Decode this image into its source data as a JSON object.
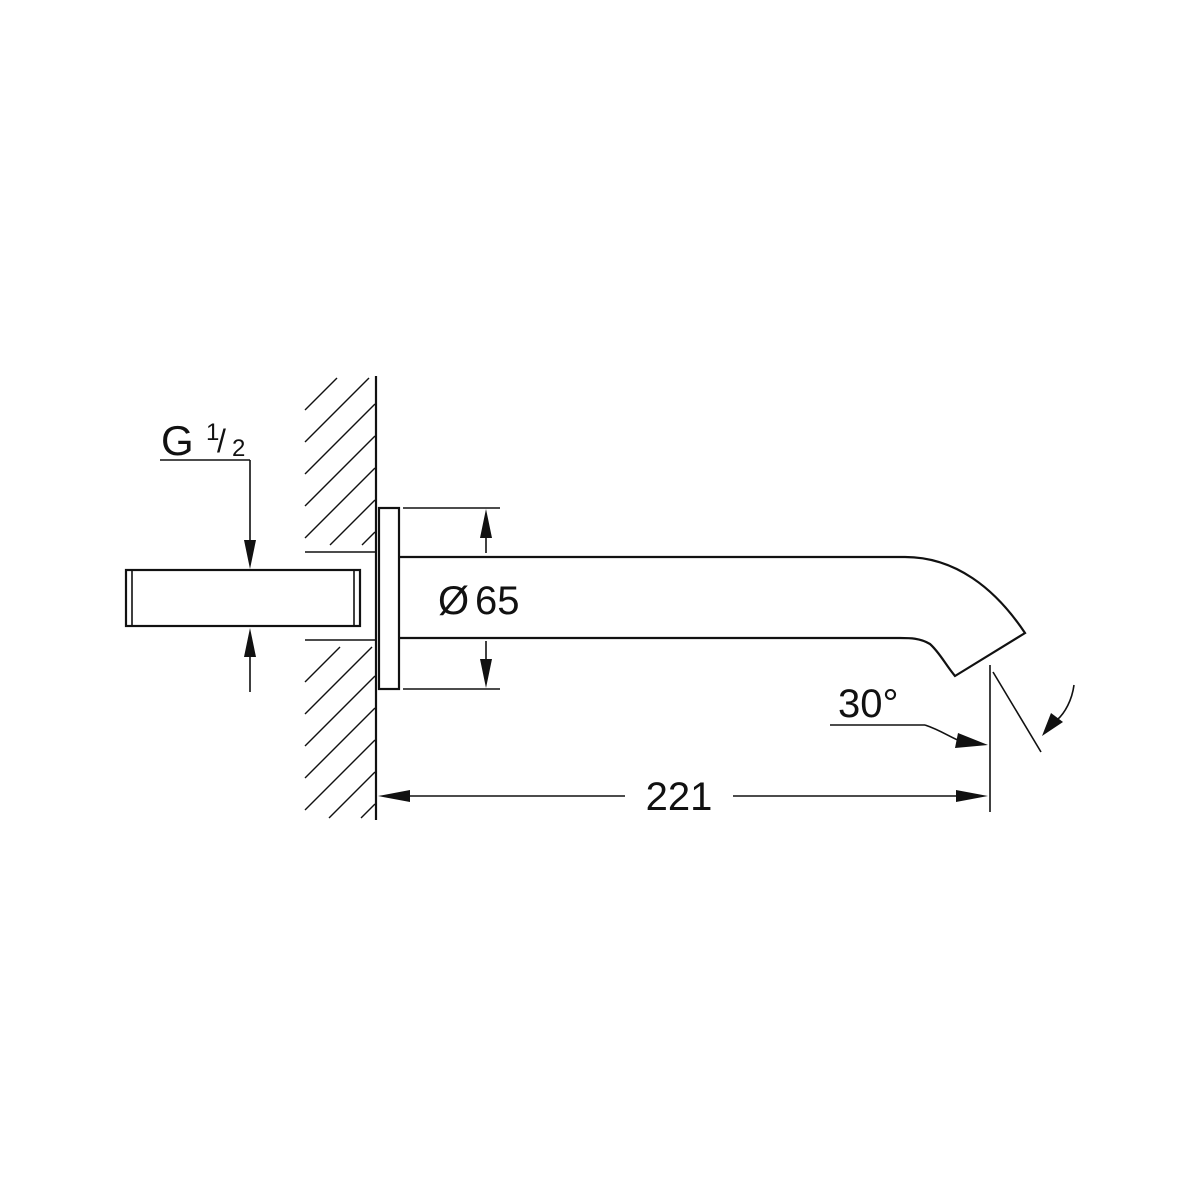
{
  "colors": {
    "line": "#111111",
    "background": "#ffffff"
  },
  "labels": {
    "thread_prefix": "G",
    "thread_numerator": "1",
    "thread_slash": "/",
    "thread_denominator": "2",
    "diameter_symbol": "Ø",
    "diameter_value": "65",
    "angle": "30°",
    "projection_length": "221"
  }
}
